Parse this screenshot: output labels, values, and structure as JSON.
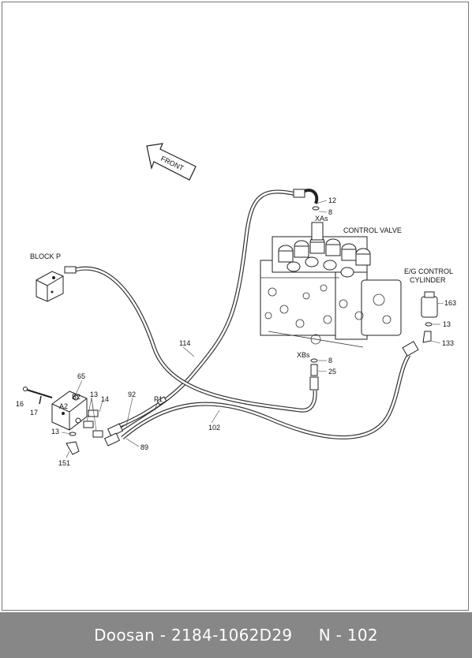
{
  "footer": {
    "brand": "Doosan",
    "sep1": " - ",
    "part_number": "2184-1062D29",
    "gap": "     ",
    "page_code": "N - 102"
  },
  "diagram": {
    "front_arrow": "FRONT",
    "titles": {
      "control_valve": "CONTROL VALVE",
      "block_p": "BLOCK P",
      "eg_control_1": "E/G CONTROL",
      "eg_control_2": "CYLINDER"
    },
    "ports": {
      "xas": "XAs",
      "xbs": "XBs",
      "a2": "A2",
      "b2": "B2",
      "p1": "P1"
    },
    "callouts": {
      "c12": "12",
      "c8a": "8",
      "c163": "163",
      "c13a": "13",
      "c133": "133",
      "c114": "114",
      "c8b": "8",
      "c25": "25",
      "c65": "65",
      "c13b": "13",
      "c14": "14",
      "c16": "16",
      "c17": "17",
      "c92": "92",
      "c102": "102",
      "c13c": "13",
      "c89": "89",
      "c151": "151"
    }
  }
}
